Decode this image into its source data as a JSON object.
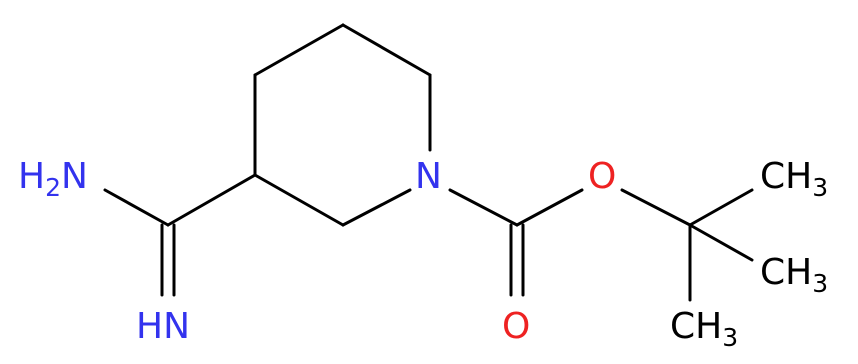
{
  "colors": {
    "bond": "#000000",
    "carbon": "#000000",
    "nitrogen": "#3333ee",
    "oxygen": "#ee2222"
  },
  "atoms": {
    "amine_h2n": {
      "prefix": "H",
      "subscript": "2",
      "suffix": "N"
    },
    "imine_hn": "HN",
    "ring_n": "N",
    "ester_o": "O",
    "carbonyl_o": "O",
    "methyl_1": {
      "main": "CH",
      "subscript": "3"
    },
    "methyl_2": {
      "main": "CH",
      "subscript": "3"
    },
    "methyl_3": {
      "main": "CH",
      "subscript": "3"
    }
  }
}
